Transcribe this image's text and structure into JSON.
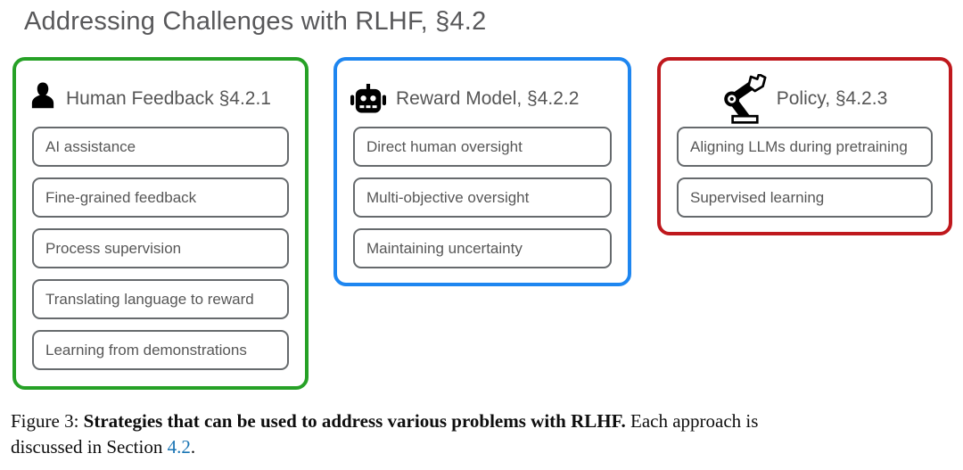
{
  "title": "Addressing Challenges with RLHF, §4.2",
  "colors": {
    "green_border": "#26a126",
    "blue_border": "#1e86f0",
    "red_border": "#bf181d",
    "reference_link": "#1a75b4"
  },
  "columns": [
    {
      "heading": "Human Feedback §4.2.1",
      "icon": "person-icon",
      "border_color": "#26a126",
      "items": [
        "AI assistance",
        "Fine-grained feedback",
        "Process supervision",
        "Translating language to reward",
        "Learning from demonstrations"
      ]
    },
    {
      "heading": "Reward Model, §4.2.2",
      "icon": "robot-icon",
      "border_color": "#1e86f0",
      "items": [
        "Direct human oversight",
        "Multi-objective oversight",
        "Maintaining uncertainty"
      ]
    },
    {
      "heading": "Policy, §4.2.3",
      "icon": "robot-arm-icon",
      "border_color": "#bf181d",
      "items": [
        "Aligning LLMs during pretraining",
        "Supervised learning"
      ]
    }
  ],
  "caption": {
    "line1_prefix": "Figure 3: ",
    "line1_bold": "Strategies that can be used to address various problems with RLHF.",
    "line1_rest": " Each approach is",
    "line2_text": "discussed in Section ",
    "line2_link": "4.2",
    "line2_suffix": "."
  }
}
